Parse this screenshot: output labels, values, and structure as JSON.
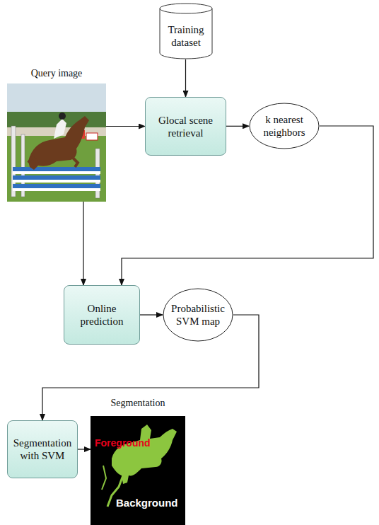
{
  "diagram": {
    "nodes": [
      {
        "text": [
          "Training dataset"
        ]
      },
      {
        "text": [
          "Query image"
        ]
      },
      {
        "text": [
          "Glocal scene retrieval"
        ]
      },
      {
        "text": [
          "k nearest neighbors"
        ]
      },
      {
        "text": [
          "Online prediction"
        ]
      },
      {
        "text": [
          "Probabilistic SVM map"
        ]
      },
      {
        "text": [
          "Segmentation with SVM"
        ]
      },
      {
        "text": [
          "Segmentation",
          "Foreground",
          "Background"
        ]
      }
    ],
    "edges": [
      {
        "from": 0,
        "to": 2,
        "arrow": "to"
      },
      {
        "from": 1,
        "to": 2,
        "arrow": "to"
      },
      {
        "from": 2,
        "to": 3,
        "arrow": "to"
      },
      {
        "from": 3,
        "to": 4,
        "arrow": "to"
      },
      {
        "from": 1,
        "to": 4,
        "arrow": "to"
      },
      {
        "from": 4,
        "to": 5,
        "arrow": "to"
      },
      {
        "from": 5,
        "to": 6,
        "arrow": "to"
      },
      {
        "from": 6,
        "to": 7,
        "arrow": "to"
      }
    ]
  }
}
